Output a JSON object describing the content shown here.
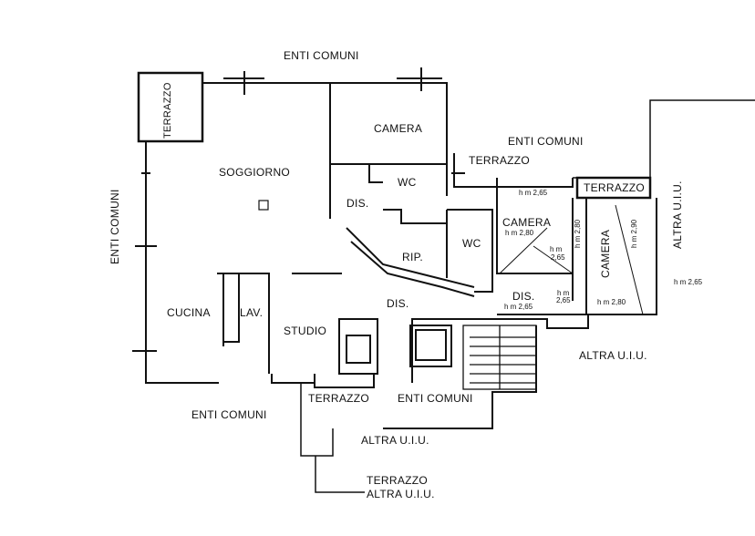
{
  "rooms": {
    "soggiorno": "SOGGIORNO",
    "camera_top": "CAMERA",
    "wc_top": "WC",
    "dis_top": "DIS.",
    "rip": "RIP.",
    "wc_mid": "WC",
    "cucina": "CUCINA",
    "lav": "LAV.",
    "studio": "STUDIO",
    "dis_mid": "DIS.",
    "camera_right1": "CAMERA",
    "camera_right2": "CAMERA",
    "dis_right": "DIS.",
    "terrazzo_tl": "TERRAZZO",
    "terrazzo_mid": "TERRAZZO",
    "terrazzo_right": "TERRAZZO",
    "terrazzo_bottom": "TERRAZZO"
  },
  "areas": {
    "enti_comuni_top": "ENTI COMUNI",
    "enti_comuni_left": "ENTI COMUNI",
    "enti_comuni_right": "ENTI COMUNI",
    "enti_comuni_bottom_left": "ENTI COMUNI",
    "enti_comuni_bottom": "ENTI COMUNI",
    "altra_uiu_right_vert": "ALTRA U.I.U.",
    "altra_uiu_right": "ALTRA U.I.U.",
    "altra_uiu_bottom": "ALTRA U.I.U.",
    "terrazzo_altra": "TERRAZZO",
    "altra_uiu_last": "ALTRA U.I.U."
  },
  "heights": {
    "h1": "h m 2,65",
    "h2": "h m 2,80",
    "h3a": "h m",
    "h3b": "2,65",
    "h4": "h m 2,80",
    "h5": "h m 2,90",
    "h6a": "h m",
    "h6b": "2,65",
    "h7": "h m 2,65",
    "h8": "h m 2,80",
    "h9": "h m 2,65"
  }
}
